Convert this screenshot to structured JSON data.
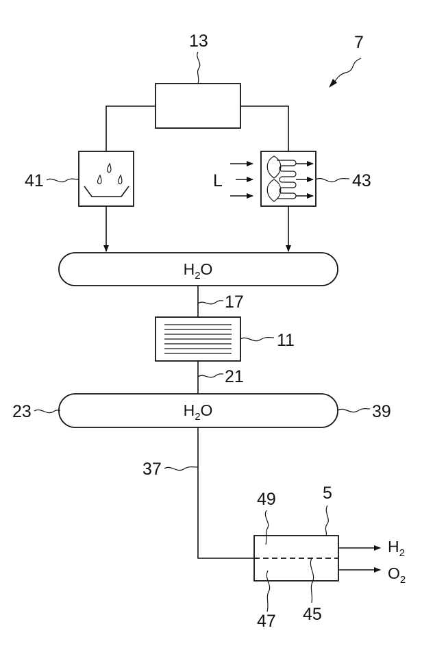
{
  "labels": {
    "system": "7",
    "controller": "13",
    "condenser": "41",
    "air_extractor": "43",
    "air_input": "L",
    "pipe_upper": "17",
    "treatment_unit": "11",
    "pipe_lower": "21",
    "tank_left": "23",
    "tank_right": "39",
    "supply_line": "37",
    "electrolyzer": "5",
    "anode_chamber": "49",
    "cathode_chamber": "47",
    "membrane": "45"
  },
  "tanks": {
    "upper": {
      "main": "H",
      "sub": "2",
      "tail": "O"
    },
    "lower": {
      "main": "H",
      "sub": "2",
      "tail": "O"
    }
  },
  "outputs": {
    "hydrogen": {
      "main": "H",
      "sub": "2"
    },
    "oxygen": {
      "main": "O",
      "sub": "2"
    }
  }
}
